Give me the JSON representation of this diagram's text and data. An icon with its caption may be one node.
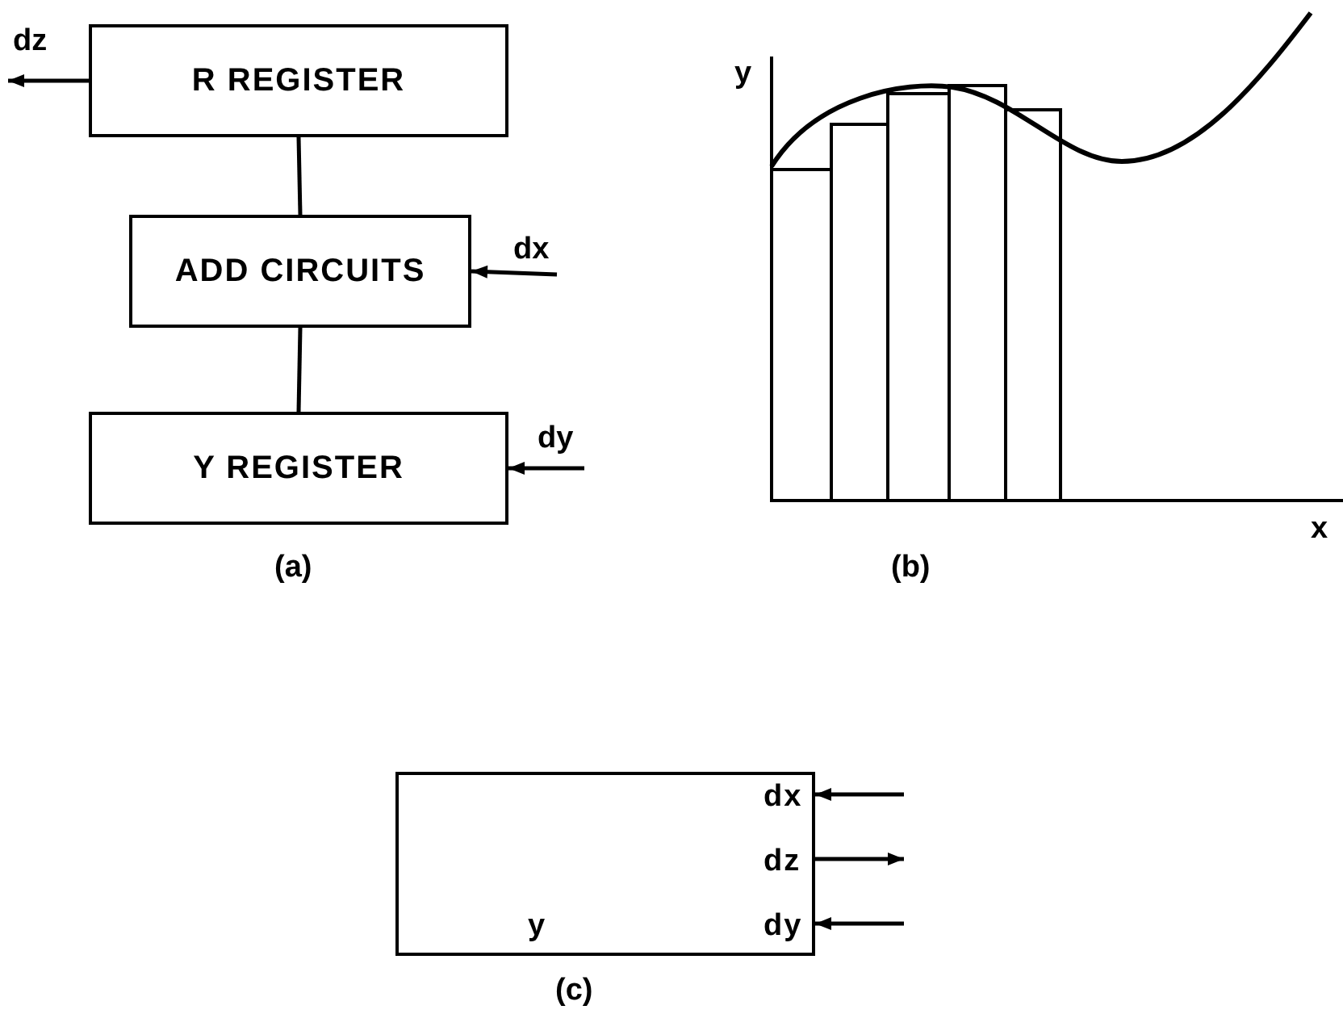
{
  "diagram": {
    "nodes": [
      {
        "text": [
          "R REGISTER"
        ]
      },
      {
        "text": [
          "ADD CIRCUITS"
        ]
      },
      {
        "text": [
          "Y REGISTER"
        ]
      },
      {
        "text": [
          "dx",
          "dz",
          "y",
          "dy"
        ]
      }
    ],
    "edges": [
      {
        "from": 0,
        "to": 1,
        "arrow": "none"
      },
      {
        "from": 1,
        "to": 2,
        "arrow": "none"
      },
      {
        "from": 0,
        "to": null,
        "arrow": "to",
        "label": "dz"
      },
      {
        "from": null,
        "to": 1,
        "arrow": "to",
        "label": "dx"
      },
      {
        "from": null,
        "to": 2,
        "arrow": "to",
        "label": "dy"
      },
      {
        "from": null,
        "to": 3,
        "arrow": "to"
      },
      {
        "from": 3,
        "to": null,
        "arrow": "to"
      },
      {
        "from": null,
        "to": 3,
        "arrow": "to"
      }
    ],
    "labels": [
      "y",
      "x",
      "(a)",
      "(b)",
      "(c)"
    ]
  }
}
